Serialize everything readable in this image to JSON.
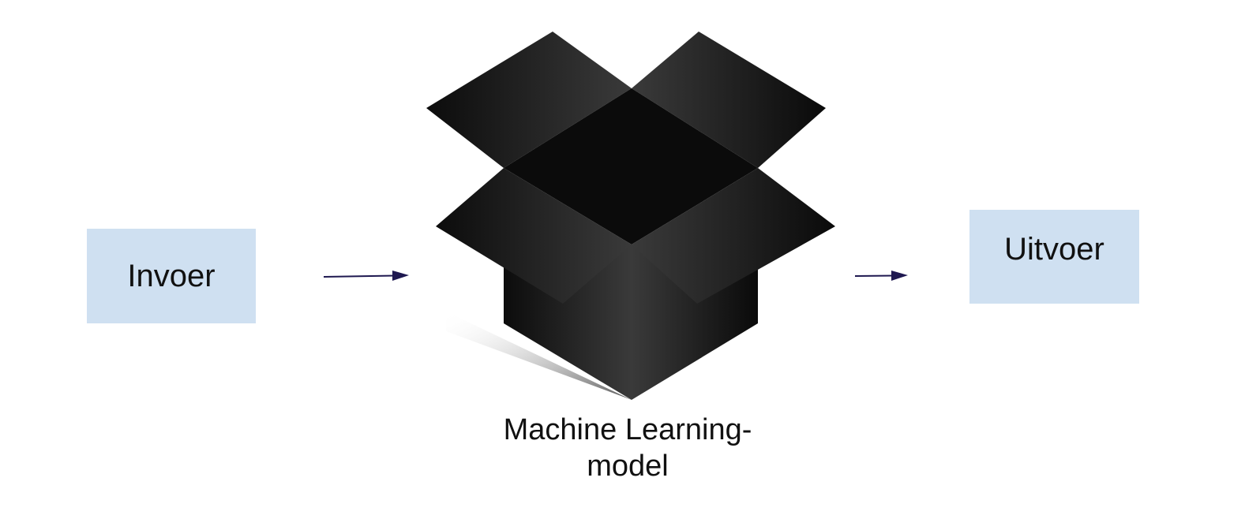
{
  "input_label": "Invoer",
  "output_label": "Uitvoer",
  "model_label_line1": "Machine Learning-",
  "model_label_line2": "model",
  "colors": {
    "box_fill": "#cfe0f1",
    "arrow": "#1e1850",
    "black_box": "#1a1a1a"
  },
  "icons": {
    "model": "open-black-box-icon"
  }
}
